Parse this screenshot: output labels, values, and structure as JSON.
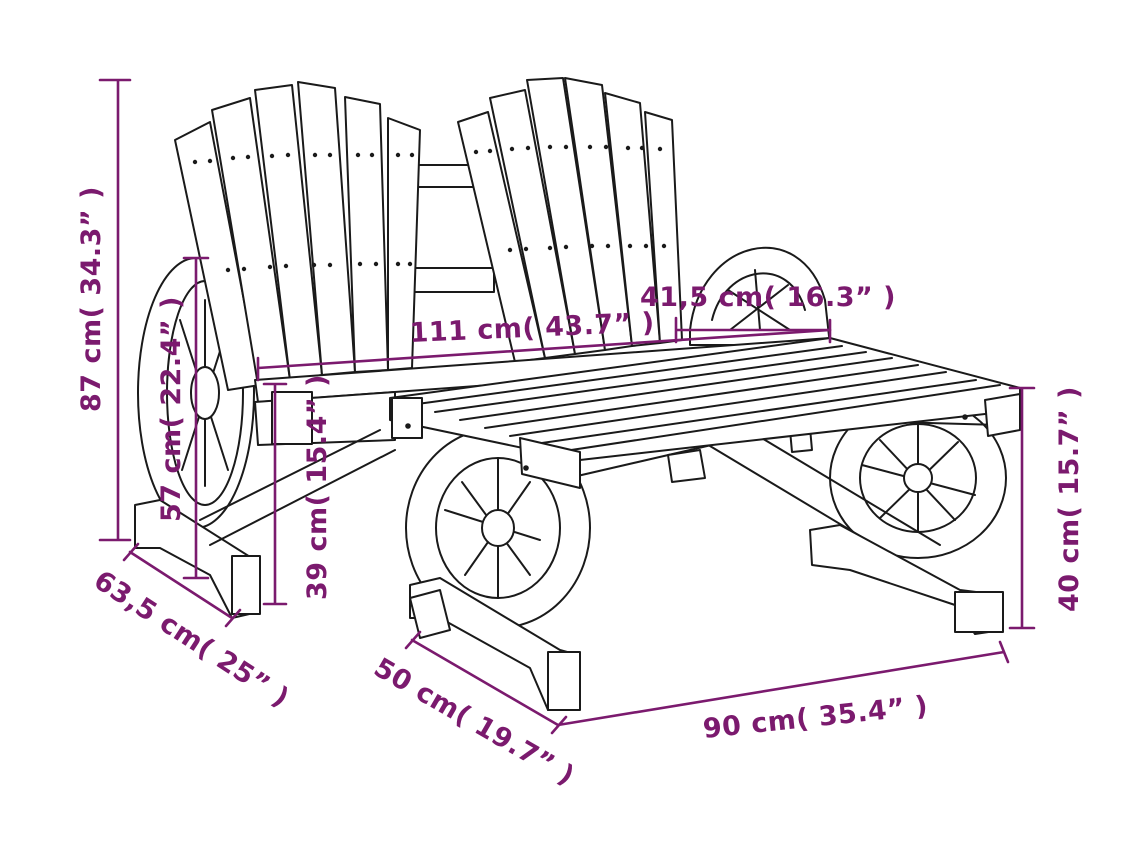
{
  "dimensions": {
    "height_total": "87 cm( 34.3” )",
    "bench_width": "111 cm( 43.7” )",
    "seat_depth": "41,5 cm( 16.3” )",
    "armrest_height": "57 cm( 22.4” )",
    "bench_seat_height": "39 cm( 15.4” )",
    "bench_depth": "63,5 cm( 25” )",
    "table_depth": "50 cm( 19.7” )",
    "table_width": "90 cm( 35.4” )",
    "table_height": "40 cm( 15.7” )"
  },
  "colors": {
    "dimension": "#7b1a6e",
    "line_art": "#1a1a1a",
    "background": "#ffffff"
  }
}
